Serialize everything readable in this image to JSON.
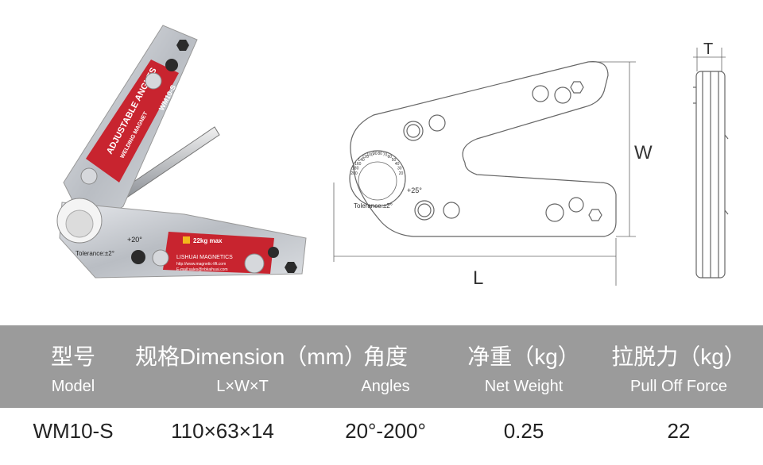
{
  "colors": {
    "header_bg": "#9b9b9b",
    "brand_red": "#c8242f",
    "steel": "#c9ccd1",
    "drawing_line": "#666666"
  },
  "product": {
    "badge_title": "ADJUSTABLE ANGLES",
    "badge_subtitle": "WELDING MAGNET",
    "model_mark": "WM10-S",
    "pull_badge": "22kg max",
    "brand": "LISHUAI MAGNETICS",
    "website": "http://www.magnetic-lift.com",
    "email": "E-mail:sales@nbkaihuai.com",
    "angle_note": "+20°",
    "tolerance": "Tolerance:±2°"
  },
  "drawing": {
    "length_label": "L",
    "width_label": "W",
    "thickness_label": "T",
    "angle_note": "+25°",
    "tolerance": "Tolerance:±2°",
    "dial_ticks": [
      "20",
      "30",
      "40",
      "50",
      "60",
      "70",
      "80",
      "90",
      "100",
      "120",
      "140",
      "160",
      "180",
      "200"
    ]
  },
  "table": {
    "headers": [
      {
        "zh": "型号",
        "en": "Model"
      },
      {
        "zh": "规格Dimension（mm）",
        "en": "L×W×T"
      },
      {
        "zh": "角度",
        "en": "Angles"
      },
      {
        "zh": "净重（kg）",
        "en": "Net Weight"
      },
      {
        "zh": "拉脱力（kg）",
        "en": "Pull  Off Force"
      }
    ],
    "row": [
      "WM10-S",
      "110×63×14",
      "20°-200°",
      "0.25",
      "22"
    ]
  }
}
